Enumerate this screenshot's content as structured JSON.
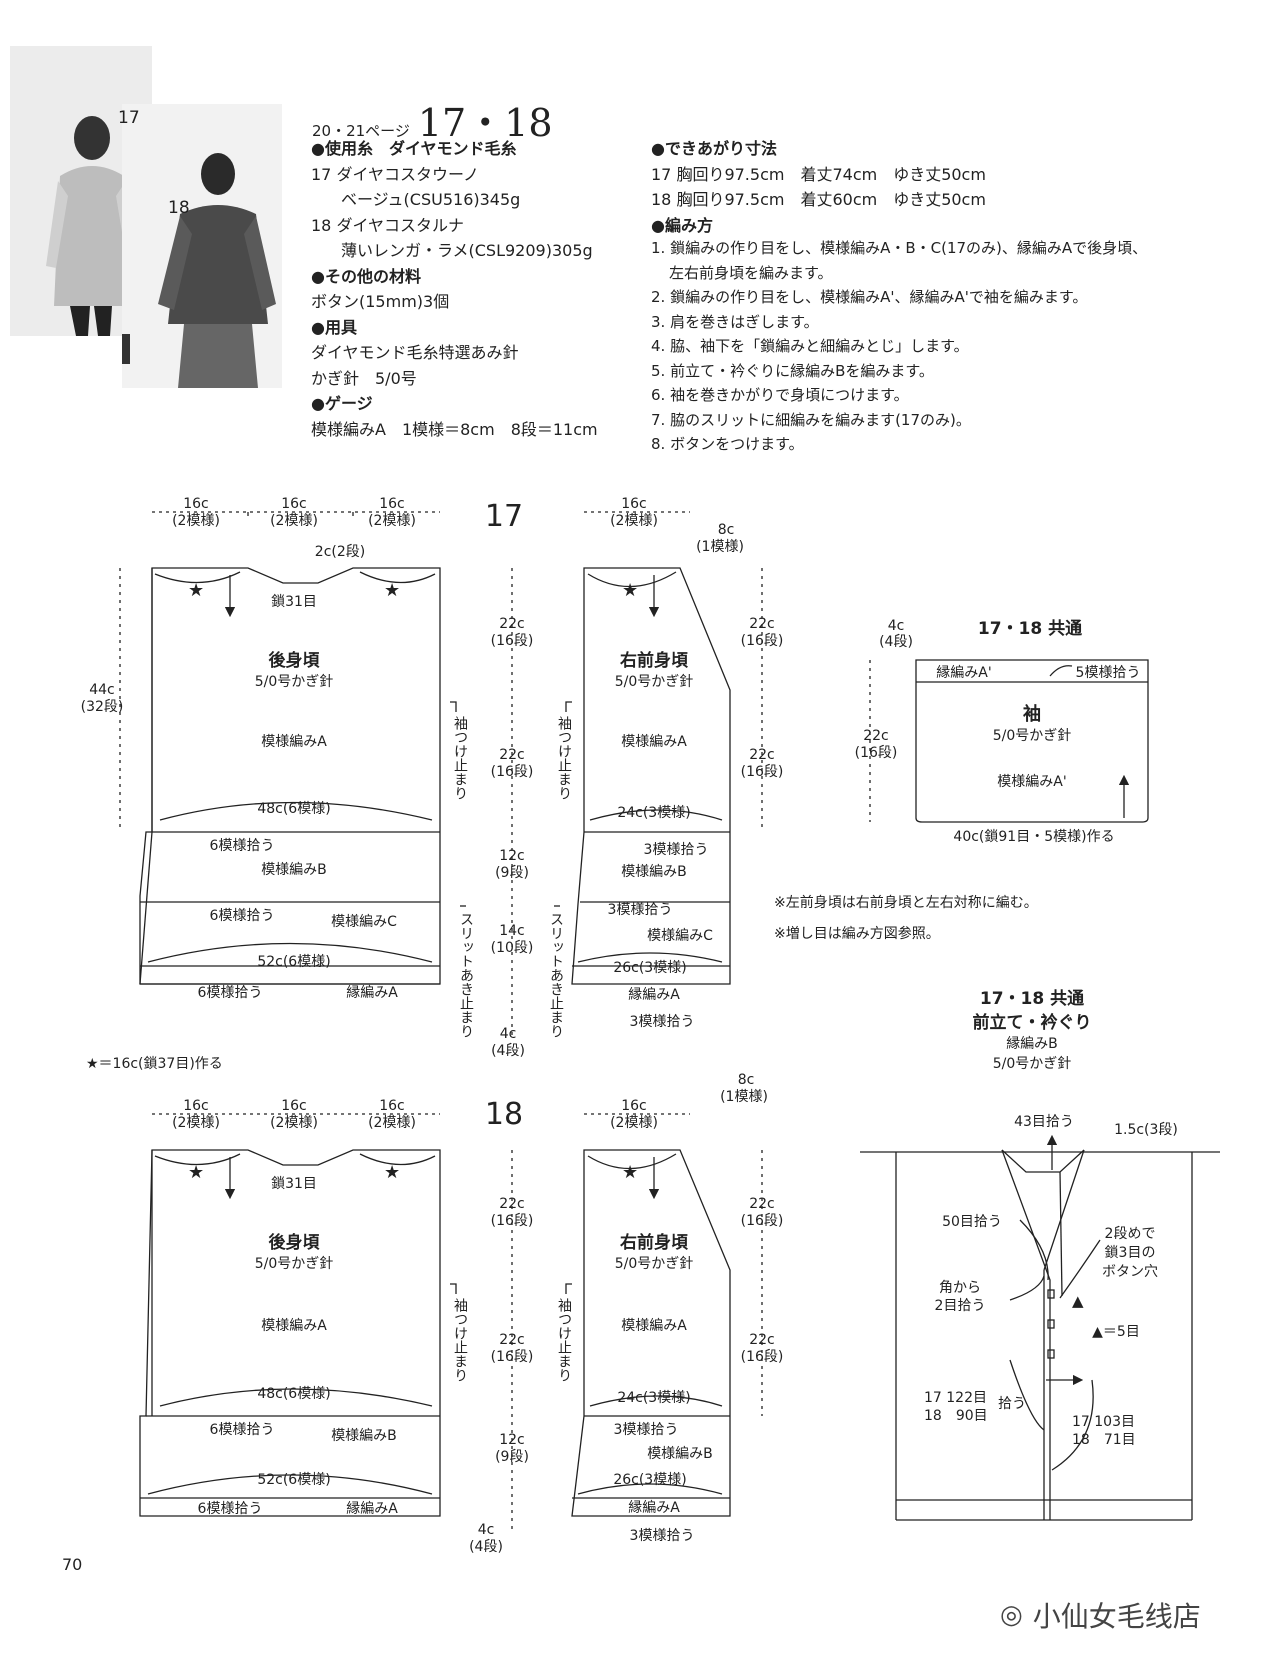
{
  "header": {
    "page_ref": "20・21ページ",
    "numbers": "17・18"
  },
  "materials": {
    "yarn_h": "●使用糸　ダイヤモンド毛糸",
    "yarn17_name": "17 ダイヤコスタウーノ",
    "yarn17_color": "ベージュ(CSU516)345g",
    "yarn18_name": "18 ダイヤコスタルナ",
    "yarn18_color": "薄いレンガ・ラメ(CSL9209)305g",
    "other_h": "●その他の材料",
    "other": "ボタン(15mm)3個",
    "tools_h": "●用具",
    "tools1": "ダイヤモンド毛糸特選あみ針",
    "tools2": "かぎ針　5/0号",
    "gauge_h": "●ゲージ",
    "gauge": "模様編みA　1模様＝8cm　8段＝11cm"
  },
  "finished": {
    "h": "●できあがり寸法",
    "l17": "17 胸回り97.5cm　着丈74cm　ゆき丈50cm",
    "l18": "18 胸回り97.5cm　着丈60cm　ゆき丈50cm"
  },
  "method": {
    "h": "●編み方",
    "s1a": "1. 鎖編みの作り目をし、模様編みA・B・C(17のみ)、縁編みAで後身頃、",
    "s1b": "左右前身頃を編みます。",
    "s2": "2. 鎖編みの作り目をし、模様編みA'、縁編みA'で袖を編みます。",
    "s3": "3. 肩を巻きはぎします。",
    "s4": "4. 脇、袖下を「鎖編みと細編みとじ」します。",
    "s5": "5. 前立て・衿ぐりに縁編みBを編みます。",
    "s6": "6. 袖を巻きかがりで身頃につけます。",
    "s7": "7. 脇のスリットに細編みを編みます(17のみ)。",
    "s8": "8. ボタンをつけます。"
  },
  "photo_labels": {
    "p17": "17",
    "p18": "18"
  },
  "d17": {
    "title": "17",
    "w1": "16c",
    "w1s": "(2模様)",
    "w2": "16c",
    "w2s": "(2模様)",
    "w3": "16c",
    "w3s": "(2模様)",
    "neck": "2c(2段)",
    "chain": "鎖31目",
    "back": "後身頃",
    "needle": "5/0号かぎ針",
    "patA": "模様編みA",
    "h44": "44c",
    "h44s": "(32段)",
    "b48": "48c(6模様)",
    "pick6": "6模様拾う",
    "patB": "模様編みB",
    "pick6b": "6模様拾う",
    "patC": "模様編みC",
    "b52": "52c(6模様)",
    "pick6c": "6模様拾う",
    "edgeA": "縁編みA",
    "sleeve_stop": "袖つけ止まり",
    "slit_stop": "スリットあき止まり",
    "c22a": "22c",
    "c22as": "(16段)",
    "c22b": "22c",
    "c22bs": "(16段)",
    "c12": "12c",
    "c12s": "(9段)",
    "c14": "14c",
    "c14s": "(10段)",
    "c4": "4c",
    "c4s": "(4段)",
    "fw": "16c",
    "fws": "(2模様)",
    "f8": "8c",
    "f8s": "(1模様)",
    "front": "右前身頃",
    "fneedle": "5/0号かぎ針",
    "fpatA": "模様編みA",
    "f24": "24c(3模様)",
    "fpick3": "3模様拾う",
    "fpatB": "模様編みB",
    "fpick3b": "3模様拾う",
    "fpatC": "模様編みC",
    "f26": "26c(3模様)",
    "fedgeA": "縁編みA",
    "fpick3c": "3模様拾う",
    "r22a": "22c",
    "r22as": "(16段)",
    "r22b": "22c",
    "r22bs": "(16段)",
    "fsleeve_stop": "袖つけ止まり",
    "fslit_stop": "スリットあき止まり"
  },
  "star_note": "★＝16c(鎖37目)作る",
  "d18": {
    "title": "18",
    "w1": "16c",
    "w1s": "(2模様)",
    "w2": "16c",
    "w2s": "(2模様)",
    "w3": "16c",
    "w3s": "(2模様)",
    "chain": "鎖31目",
    "back": "後身頃",
    "needle": "5/0号かぎ針",
    "patA": "模様編みA",
    "b48": "48c(6模様)",
    "pick6": "6模様拾う",
    "patB": "模様編みB",
    "b52": "52c(6模様)",
    "pick6c": "6模様拾う",
    "edgeA": "縁編みA",
    "sleeve_stop": "袖つけ止まり",
    "c22a": "22c",
    "c22as": "(16段)",
    "c22b": "22c",
    "c22bs": "(16段)",
    "c12": "12c",
    "c12s": "(9段)",
    "c4": "4c",
    "c4s": "(4段)",
    "fw": "16c",
    "fws": "(2模様)",
    "f8": "8c",
    "f8s": "(1模様)",
    "front": "右前身頃",
    "fneedle": "5/0号かぎ針",
    "fpatA": "模様編みA",
    "f24": "24c(3模様)",
    "fpick3": "3模様拾う",
    "fpatB": "模様編みB",
    "f26": "26c(3模様)",
    "fedgeA": "縁編みA",
    "fpick3c": "3模様拾う",
    "r22a": "22c",
    "r22as": "(16段)",
    "r22b": "22c",
    "r22bs": "(16段)",
    "fsleeve_stop": "袖つけ止まり"
  },
  "sleeve": {
    "title": "17・18 共通",
    "c4": "4c",
    "c4s": "(4段)",
    "edgeA2": "縁編みA'",
    "pick5": "5模様拾う",
    "name": "袖",
    "needle": "5/0号かぎ針",
    "patA2": "模様編みA'",
    "h22": "22c",
    "h22s": "(16段)",
    "bottom": "40c(鎖91目・5模様)作る"
  },
  "notes": {
    "n1": "※左前身頃は右前身頃と左右対称に編む。",
    "n2": "※増し目は編み方図参照。"
  },
  "band": {
    "title": "17・18 共通",
    "name": "前立て・衿ぐり",
    "edgeB": "縁編みB",
    "needle": "5/0号かぎ針",
    "pick43": "43目拾う",
    "c15": "1.5c(3段)",
    "pick50": "50目拾う",
    "bh1": "2段めで",
    "bh2": "鎖3目の",
    "bh3": "ボタン穴",
    "corner1": "角から",
    "corner2": "2目拾う",
    "tri": "▲＝5目",
    "l17": "17 122目",
    "l18": "18　90目",
    "pick": "拾う",
    "r17": "17 103目",
    "r18": "18　71目"
  },
  "footer": {
    "page": "70",
    "watermark": "小仙女毛线店"
  }
}
